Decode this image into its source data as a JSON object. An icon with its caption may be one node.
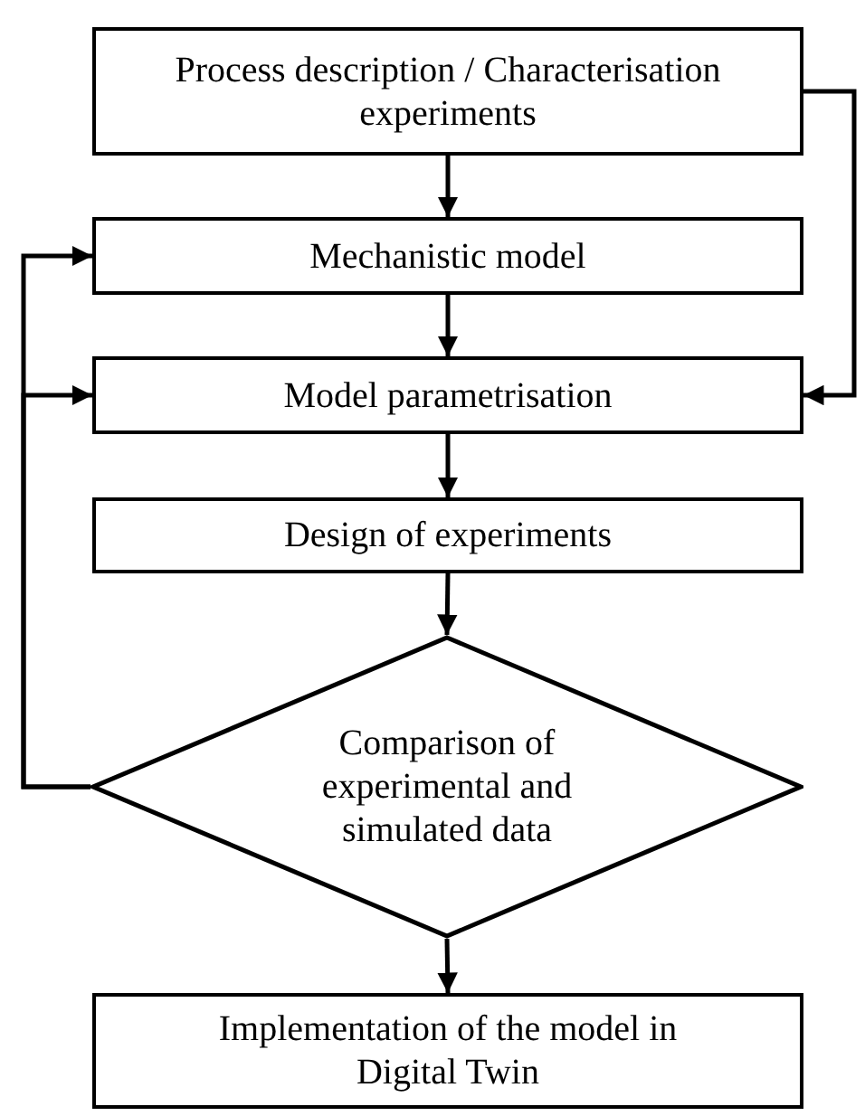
{
  "diagram": {
    "nodes": [
      {
        "text": [
          "Process description / Characterisation experiments"
        ]
      },
      {
        "text": [
          "Mechanistic model"
        ]
      },
      {
        "text": [
          "Model parametrisation"
        ]
      },
      {
        "text": [
          "Design of experiments"
        ]
      },
      {
        "text": [
          "Comparison of experimental and simulated data"
        ]
      },
      {
        "text": [
          "Implementation of the model in Digital Twin"
        ]
      }
    ],
    "edges": [
      {
        "from": 0,
        "to": 1,
        "arrow": "to"
      },
      {
        "from": 1,
        "to": 2,
        "arrow": "to"
      },
      {
        "from": 2,
        "to": 3,
        "arrow": "to"
      },
      {
        "from": 3,
        "to": 4,
        "arrow": "to"
      },
      {
        "from": 4,
        "to": 5,
        "arrow": "to"
      },
      {
        "from": 4,
        "to": 1,
        "arrow": "to"
      },
      {
        "from": 4,
        "to": 2,
        "arrow": "to"
      },
      {
        "from": 0,
        "to": 2,
        "arrow": "to"
      }
    ]
  }
}
